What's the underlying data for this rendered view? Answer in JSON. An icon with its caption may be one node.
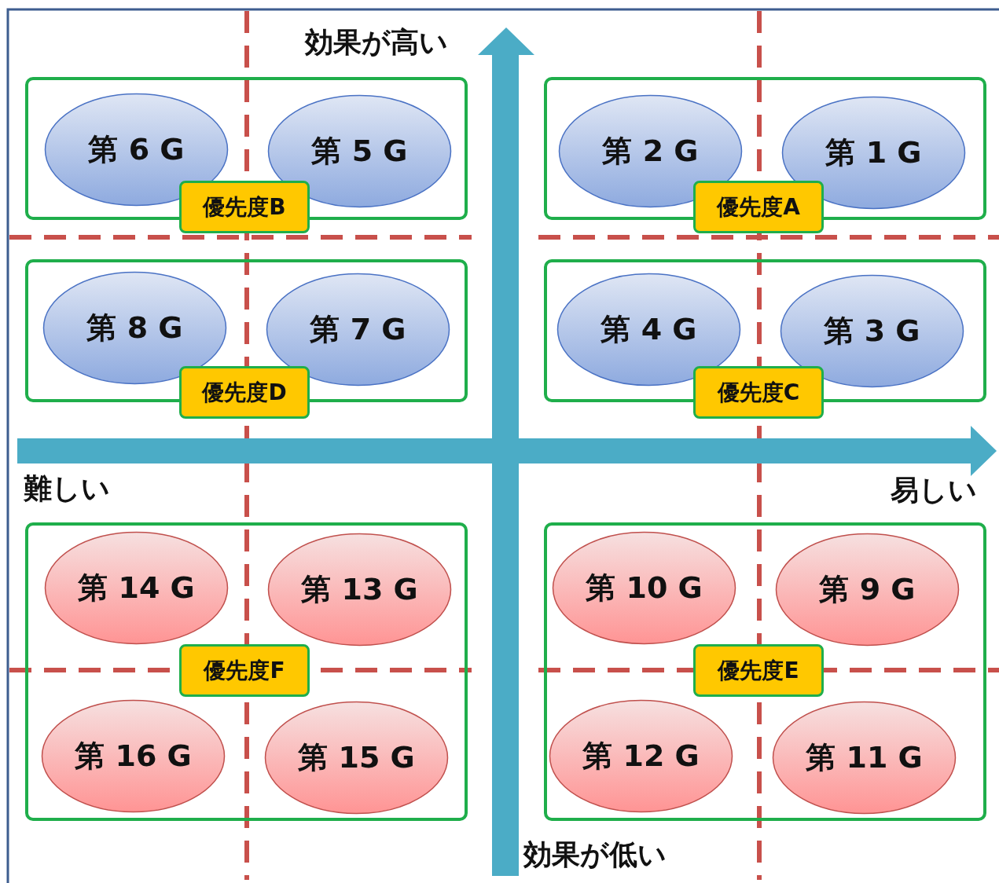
{
  "diagram": {
    "nodes": [
      {
        "text": [],
        "shape": "box"
      },
      {
        "text": [
          "第 6 G"
        ],
        "in": 0
      },
      {
        "text": [
          "第 5 G"
        ],
        "in": 0
      },
      {
        "text": [
          "優先度B"
        ]
      },
      {
        "text": [],
        "shape": "box"
      },
      {
        "text": [
          "第 2 G"
        ],
        "in": 4
      },
      {
        "text": [
          "第 1 G"
        ],
        "in": 4
      },
      {
        "text": [
          "優先度A"
        ]
      },
      {
        "text": [],
        "shape": "box"
      },
      {
        "text": [
          "第 8 G"
        ],
        "in": 8
      },
      {
        "text": [
          "第 7 G"
        ],
        "in": 8
      },
      {
        "text": [
          "優先度D"
        ]
      },
      {
        "text": [],
        "shape": "box"
      },
      {
        "text": [
          "第 4 G"
        ],
        "in": 12
      },
      {
        "text": [
          "第 3 G"
        ],
        "in": 12
      },
      {
        "text": [
          "優先度C"
        ]
      },
      {
        "text": [],
        "shape": "box"
      },
      {
        "text": [
          "第 14 G"
        ],
        "in": 16
      },
      {
        "text": [
          "第 13 G"
        ],
        "in": 16
      },
      {
        "text": [
          "優先度F"
        ],
        "in": 16
      },
      {
        "text": [
          "第 16 G"
        ],
        "in": 16
      },
      {
        "text": [
          "第 15 G"
        ],
        "in": 16
      },
      {
        "text": [],
        "shape": "box"
      },
      {
        "text": [
          "第 10 G"
        ],
        "in": 22
      },
      {
        "text": [
          "第 9 G"
        ],
        "in": 22
      },
      {
        "text": [
          "優先度E"
        ],
        "in": 22
      },
      {
        "text": [
          "第 12 G"
        ],
        "in": 22
      },
      {
        "text": [
          "第 11 G"
        ],
        "in": 22
      }
    ],
    "edges": [],
    "labels": [
      "効果が高い",
      "難しい",
      "易しい",
      "効果が低い"
    ]
  }
}
